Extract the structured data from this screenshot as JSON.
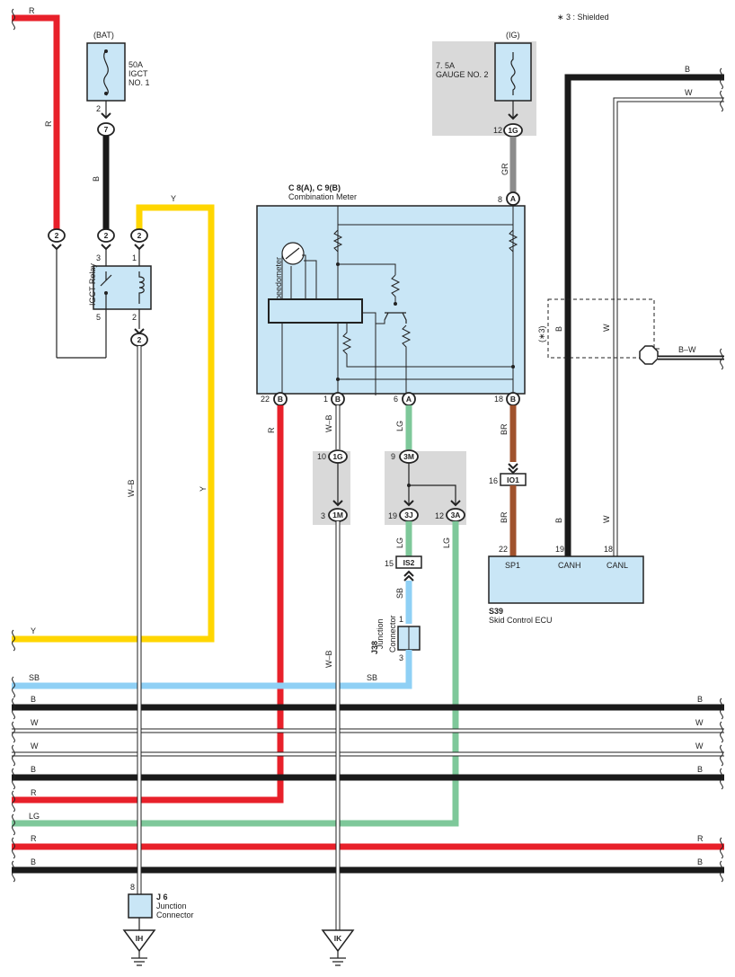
{
  "note": "∗ 3 : Shielded",
  "fuses": {
    "bat_label": "(BAT)",
    "bat_fuse": [
      "50A",
      "IGCT",
      "NO. 1"
    ],
    "ig_label": "(IG)",
    "ig_fuse": [
      "7. 5A",
      "GAUGE NO. 2"
    ]
  },
  "relay": {
    "name": "IGCT Relay"
  },
  "meter": {
    "code": "C 8(A), C 9(B)",
    "name": "Combination Meter",
    "speedometer": "Speedometer"
  },
  "ecu": {
    "code": "S39",
    "name": "Skid Control ECU",
    "terms": [
      "SP1",
      "CANH",
      "CANL"
    ]
  },
  "j38": {
    "code": "J38",
    "name": [
      "Junction",
      "Connector"
    ]
  },
  "j6": {
    "code": "J 6",
    "name": [
      "Junction",
      "Connector"
    ]
  },
  "shield_label": "(∗3)",
  "connectors": {
    "c7": "7",
    "c2a": "2",
    "c2b": "2",
    "c2c": "2",
    "c2d": "2",
    "c1g_top": "1G",
    "cA8": "A",
    "cB22": "B",
    "cB1": "B",
    "cA6": "A",
    "cB18": "B",
    "c1g": "1G",
    "c1m": "1M",
    "c3m": "3M",
    "c3j": "3J",
    "c3a": "3A",
    "io1": "IO1",
    "is2": "IS2",
    "ih": "IH",
    "ik": "IK"
  },
  "pins": {
    "p2": "2",
    "p12": "12",
    "p8": "8",
    "p3": "3",
    "p1": "1",
    "p5": "5",
    "p2r": "2",
    "p22": "22",
    "p1m": "1",
    "p6": "6",
    "p18": "18",
    "p10": "10",
    "p3b": "3",
    "p9": "9",
    "p19": "19",
    "p12b": "12",
    "p16": "16",
    "p15": "15",
    "p22e": "22",
    "p19e": "19",
    "p18e": "18",
    "pj1": "1",
    "pj3": "3",
    "pj8": "8"
  },
  "wires": {
    "R": "R",
    "B": "B",
    "W": "W",
    "Y": "Y",
    "GR": "GR",
    "WB": "W–B",
    "LG": "LG",
    "BR": "BR",
    "SB": "SB",
    "BW": "B–W"
  },
  "buses": [
    {
      "label": "Y",
      "right": ""
    },
    {
      "label": "SB",
      "right": ""
    },
    {
      "label": "B",
      "right": "B"
    },
    {
      "label": "W",
      "right": "W"
    },
    {
      "label": "W",
      "right": "W"
    },
    {
      "label": "B",
      "right": "B"
    },
    {
      "label": "R",
      "right": ""
    },
    {
      "label": "LG",
      "right": ""
    },
    {
      "label": "R",
      "right": "R"
    },
    {
      "label": "B",
      "right": "B"
    }
  ],
  "colors": {
    "red": "#e8202a",
    "black": "#1a1a1a",
    "yellow": "#ffd600",
    "gray": "#8c8c8c",
    "lightgreen": "#7ec89a",
    "brown": "#a0522d",
    "skyblue": "#8fd0f5",
    "component": "#c9e6f6",
    "shade": "#d9d9d9"
  }
}
